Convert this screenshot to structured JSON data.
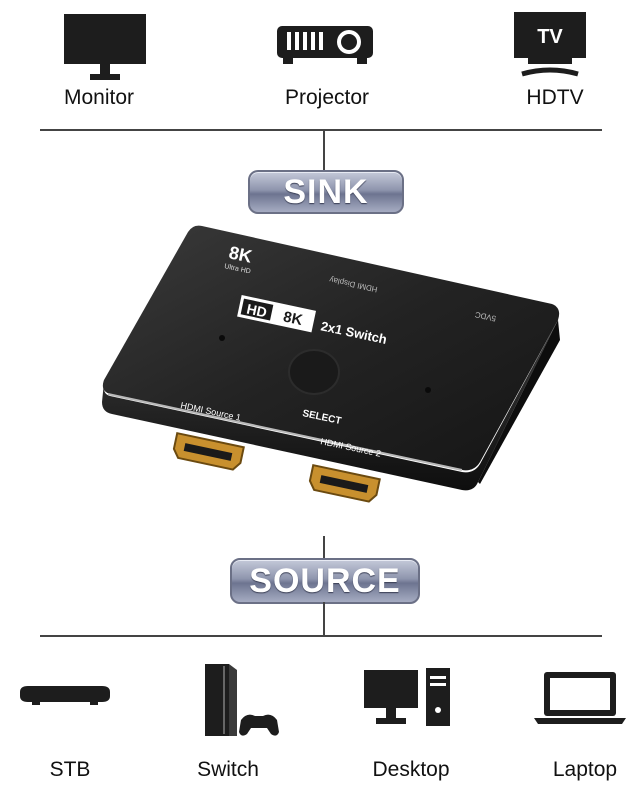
{
  "sinks": [
    {
      "label": "Monitor",
      "icon": "monitor-icon"
    },
    {
      "label": "Projector",
      "icon": "projector-icon"
    },
    {
      "label": "HDTV",
      "icon": "hdtv-icon",
      "icon_text": "TV"
    }
  ],
  "sink_title": "SINK",
  "source_title": "SOURCE",
  "switch": {
    "badge_resolution": "8K",
    "badge_sub": "Ultra HD",
    "top_label": "HDMI Display",
    "power_label": "5VDC",
    "logo_hd": "HD",
    "logo_8k": "8K",
    "model": "2x1 Switch",
    "select_label": "SELECT",
    "port1_label": "HDMI Source 1",
    "port2_label": "HDMI Source 2"
  },
  "sources": [
    {
      "label": "STB",
      "icon": "set-top-box-icon"
    },
    {
      "label": "Switch",
      "icon": "game-console-icon"
    },
    {
      "label": "Desktop",
      "icon": "desktop-icon"
    },
    {
      "label": "Laptop",
      "icon": "laptop-icon"
    }
  ],
  "colors": {
    "device": "#1d1d1d",
    "line": "#444444",
    "pill": "#8e95ad"
  }
}
